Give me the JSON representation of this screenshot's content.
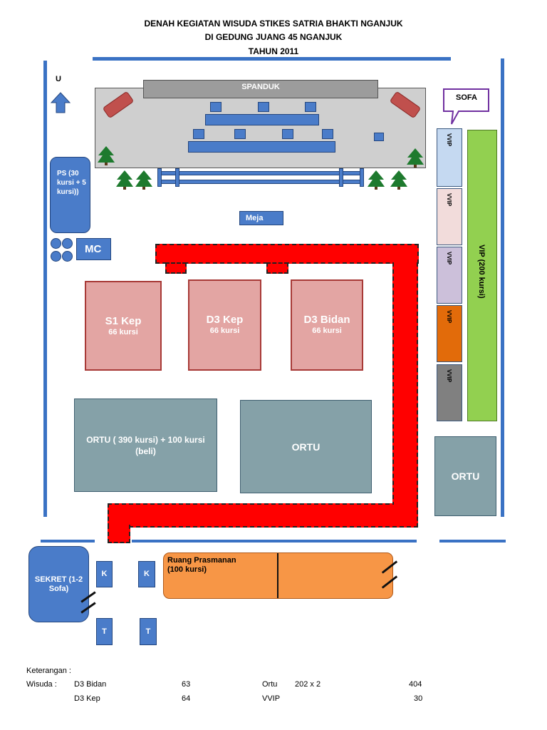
{
  "title": {
    "line1": "DENAH KEGIATAN WISUDA STIKES SATRIA BHAKTI NGANJUK",
    "line2": "DI GEDUNG JUANG 45 NGANJUK",
    "line3": "TAHUN 2011"
  },
  "compass": "U",
  "stage": {
    "banner": "SPANDUK"
  },
  "sofa": "SOFA",
  "ps": "PS (30 kursi + 5 kursi))",
  "mc": "MC",
  "meja": "Meja",
  "seats": [
    {
      "name": "S1 Kep",
      "sub": "66 kursi"
    },
    {
      "name": "D3 Kep",
      "sub": "66 kursi"
    },
    {
      "name": "D3 Bidan",
      "sub": "66 kursi"
    }
  ],
  "ortu_blocks": [
    "ORTU ( 390 kursi) + 100 kursi (beli)",
    "ORTU",
    "ORTU"
  ],
  "vvip_label": "VVIP",
  "vip": "VIP (200 kursi)",
  "sekret": "SEKRET (1-2 Sofa)",
  "k": "K",
  "t": "T",
  "prasmanan": "Ruang Prasmanan (100 kursi)",
  "colors": {
    "wall": "#3a72c4",
    "red_path": "#ff0000",
    "vip": "#92d050",
    "vvip_1": "#c5d9f1",
    "vvip_2": "#f2dcdb",
    "vvip_3": "#ccc0da",
    "vvip_4": "#e26b0a",
    "vvip_5": "#808080",
    "prasmanan": "#f79646"
  },
  "legend": {
    "heading": "Keterangan :",
    "wisuda": "Wisuda :",
    "rows": [
      {
        "label": "D3 Bidan",
        "value": "63",
        "label2": "Ortu",
        "mult": "202 x 2",
        "value2": "404"
      },
      {
        "label": "D3 Kep",
        "value": "64",
        "label2": "VVIP",
        "mult": "",
        "value2": "30"
      }
    ]
  }
}
